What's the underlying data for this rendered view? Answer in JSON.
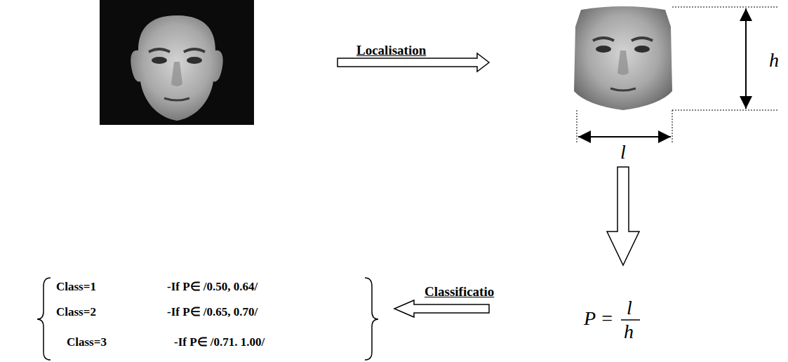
{
  "diagram": {
    "labels": [
      "Localisation",
      "h",
      "l",
      "P =",
      "l",
      "h",
      "Classificatio",
      "Class=1",
      "-If P∈ /0.50, 0.64/",
      "Class=2",
      "-If P∈ /0.65, 0.70/",
      "Class=3",
      "-If P∈ /0.71. 1.00/"
    ]
  }
}
